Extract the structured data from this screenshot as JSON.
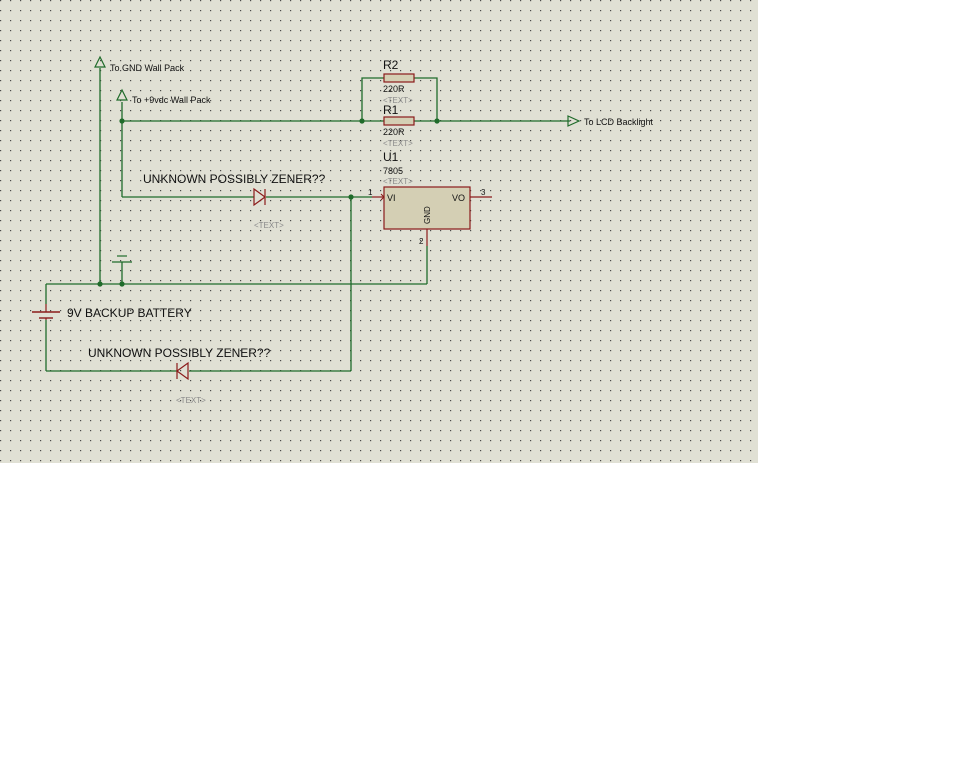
{
  "schematic": {
    "colors": {
      "sheet": "#e0e0d4",
      "grid_dot": "#4a4a4a",
      "wire": "#1f6b2a",
      "component": "#8b1a1a",
      "component_body": "#d4cfb4",
      "placeholder_text": "#8a8a8a"
    },
    "terminals": {
      "gnd_wall_pack": "To GND Wall Pack",
      "vdc_wall_pack": "To +9vdc Wall Pack",
      "lcd_backlight": "To LCD Backlight"
    },
    "resistors": {
      "r2": {
        "ref": "R2",
        "value": "220R",
        "text": "<TEXT>"
      },
      "r1": {
        "ref": "R1",
        "value": "220R",
        "text": "<TEXT>"
      }
    },
    "regulator": {
      "ref": "U1",
      "value": "7805",
      "text": "<TEXT>",
      "pin_vi": "VI",
      "pin_vo": "VO",
      "pin_gnd": "GND",
      "pin1": "1",
      "pin2": "2",
      "pin3": "3"
    },
    "diode_top": {
      "label": "UNKNOWN  POSSIBLY ZENER??",
      "text": "<TEXT>"
    },
    "diode_bottom": {
      "label": "UNKNOWN  POSSIBLY ZENER??",
      "text": "<TEXT>"
    },
    "battery": {
      "label": "9V BACKUP BATTERY"
    }
  }
}
